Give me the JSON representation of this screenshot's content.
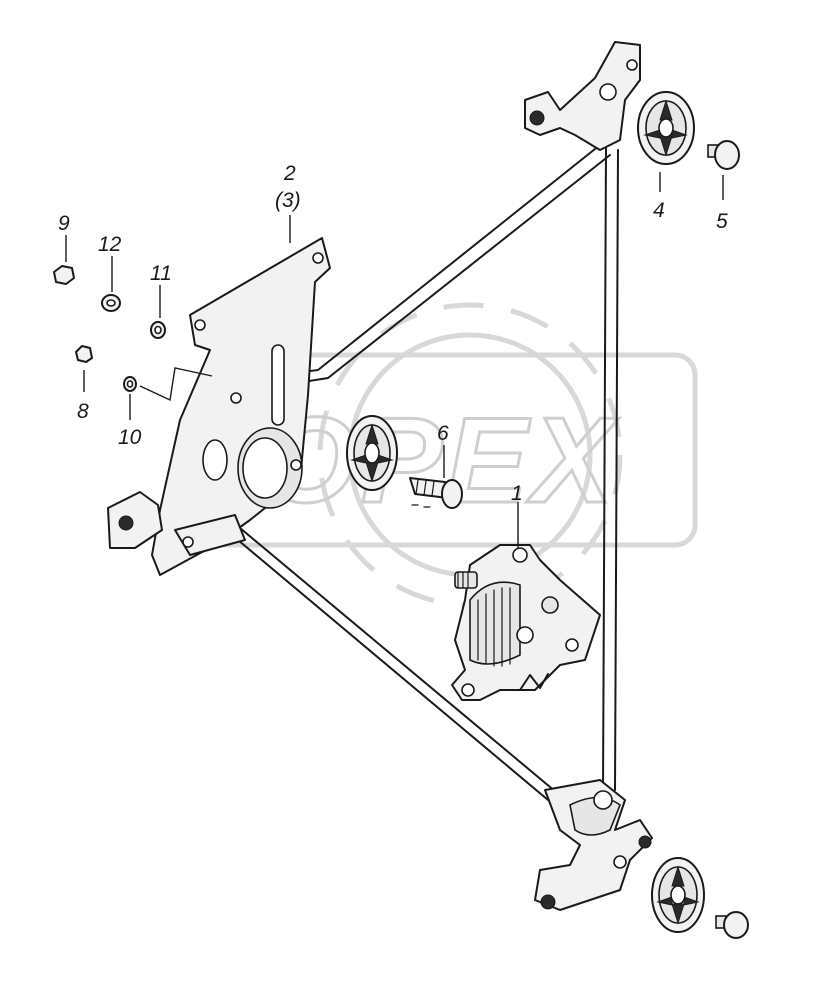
{
  "watermark": {
    "text": "OPEX"
  },
  "callouts": [
    {
      "id": "c1",
      "text": "1"
    },
    {
      "id": "c2",
      "text": "2"
    },
    {
      "id": "c3",
      "text": "(3)"
    },
    {
      "id": "c4",
      "text": "4"
    },
    {
      "id": "c5",
      "text": "5"
    },
    {
      "id": "c6",
      "text": "6"
    },
    {
      "id": "c8",
      "text": "8"
    },
    {
      "id": "c9",
      "text": "9"
    },
    {
      "id": "c10",
      "text": "10"
    },
    {
      "id": "c11",
      "text": "11"
    },
    {
      "id": "c12",
      "text": "12"
    }
  ],
  "colors": {
    "ink": "#1a1a1a",
    "watermark": "#cfcfcf",
    "background": "#ffffff"
  }
}
